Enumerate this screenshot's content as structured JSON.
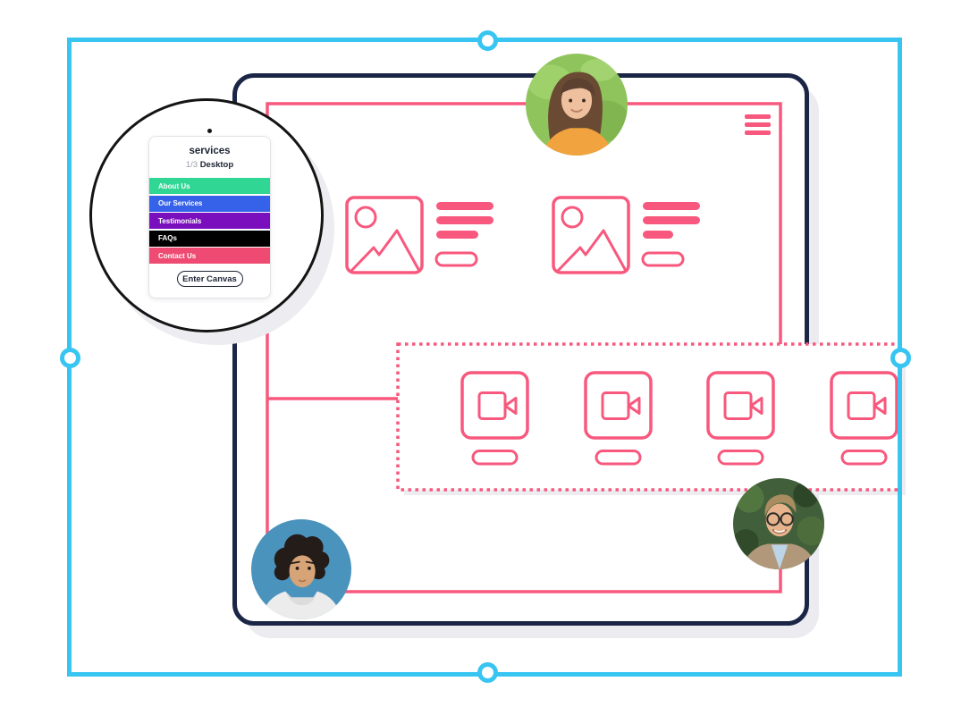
{
  "selection": {
    "color": "#38c5f2",
    "handle_count": 4
  },
  "device_frame": {
    "color": "#1b2647",
    "menu_icon": "hamburger-menu-icon"
  },
  "wireframe": {
    "color": "#f8587d",
    "hero_blocks": 2,
    "hero_block": {
      "image_icon": "image-placeholder-icon",
      "text_lines": 3,
      "button": "pill-button-outline"
    },
    "video_row": {
      "card_count": 4,
      "card_icon": "video-camera-icon",
      "border_style": "dotted"
    }
  },
  "magnifier": {
    "card": {
      "title": "services",
      "page_indicator": "1/3",
      "device_label": "Desktop",
      "menu_items": [
        {
          "label": "About Us",
          "color": "#2fd694"
        },
        {
          "label": "Our Services",
          "color": "#3562e8"
        },
        {
          "label": "Testimonials",
          "color": "#7a10bd"
        },
        {
          "label": "FAQs",
          "color": "#000000"
        },
        {
          "label": "Contact Us",
          "color": "#ef4b72"
        }
      ],
      "button_label": "Enter Canvas"
    }
  },
  "avatars": [
    {
      "name": "avatar-woman"
    },
    {
      "name": "avatar-young-man"
    },
    {
      "name": "avatar-older-man"
    }
  ]
}
